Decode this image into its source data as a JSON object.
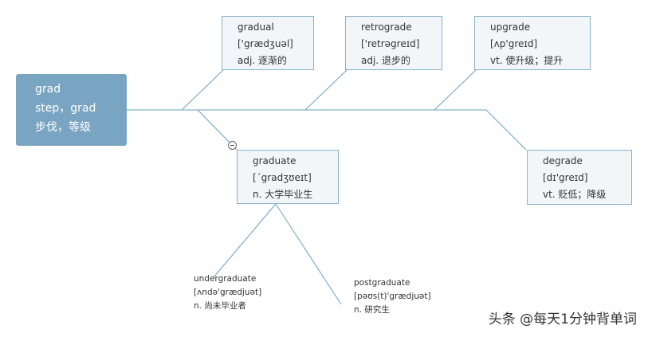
{
  "root": {
    "word": "grad",
    "meaning_en": "step，grad",
    "meaning_cn": "步伐，等级"
  },
  "branches": [
    {
      "id": "gradual",
      "word": "gradual",
      "phonetic": "['grædʒuəl]",
      "meaning": "adj. 逐渐的"
    },
    {
      "id": "retrograde",
      "word": "retrograde",
      "phonetic": "['retrəgreɪd]",
      "meaning": "adj. 退步的"
    },
    {
      "id": "upgrade",
      "word": "upgrade",
      "phonetic": "[ʌp'greɪd]",
      "meaning": "vt. 使升级；提升"
    },
    {
      "id": "degrade",
      "word": "degrade",
      "phonetic": "[dɪ'greɪd]",
      "meaning": "vt. 贬低；降级"
    },
    {
      "id": "graduate",
      "word": "graduate",
      "phonetic": "[ˊgradʒʊeɪt]",
      "meaning": "n. 大学毕业生"
    }
  ],
  "sub_branches": [
    {
      "id": "undergraduate",
      "word": "undergraduate",
      "phonetic": "[ʌndə'grædjuət]",
      "meaning": "n. 尚未毕业者"
    },
    {
      "id": "postgraduate",
      "word": "postgraduate",
      "phonetic": "[pəʊs(t)'grædjuət]",
      "meaning": "n. 研究生"
    }
  ],
  "watermark": "头条 @每天1分钟背单词"
}
